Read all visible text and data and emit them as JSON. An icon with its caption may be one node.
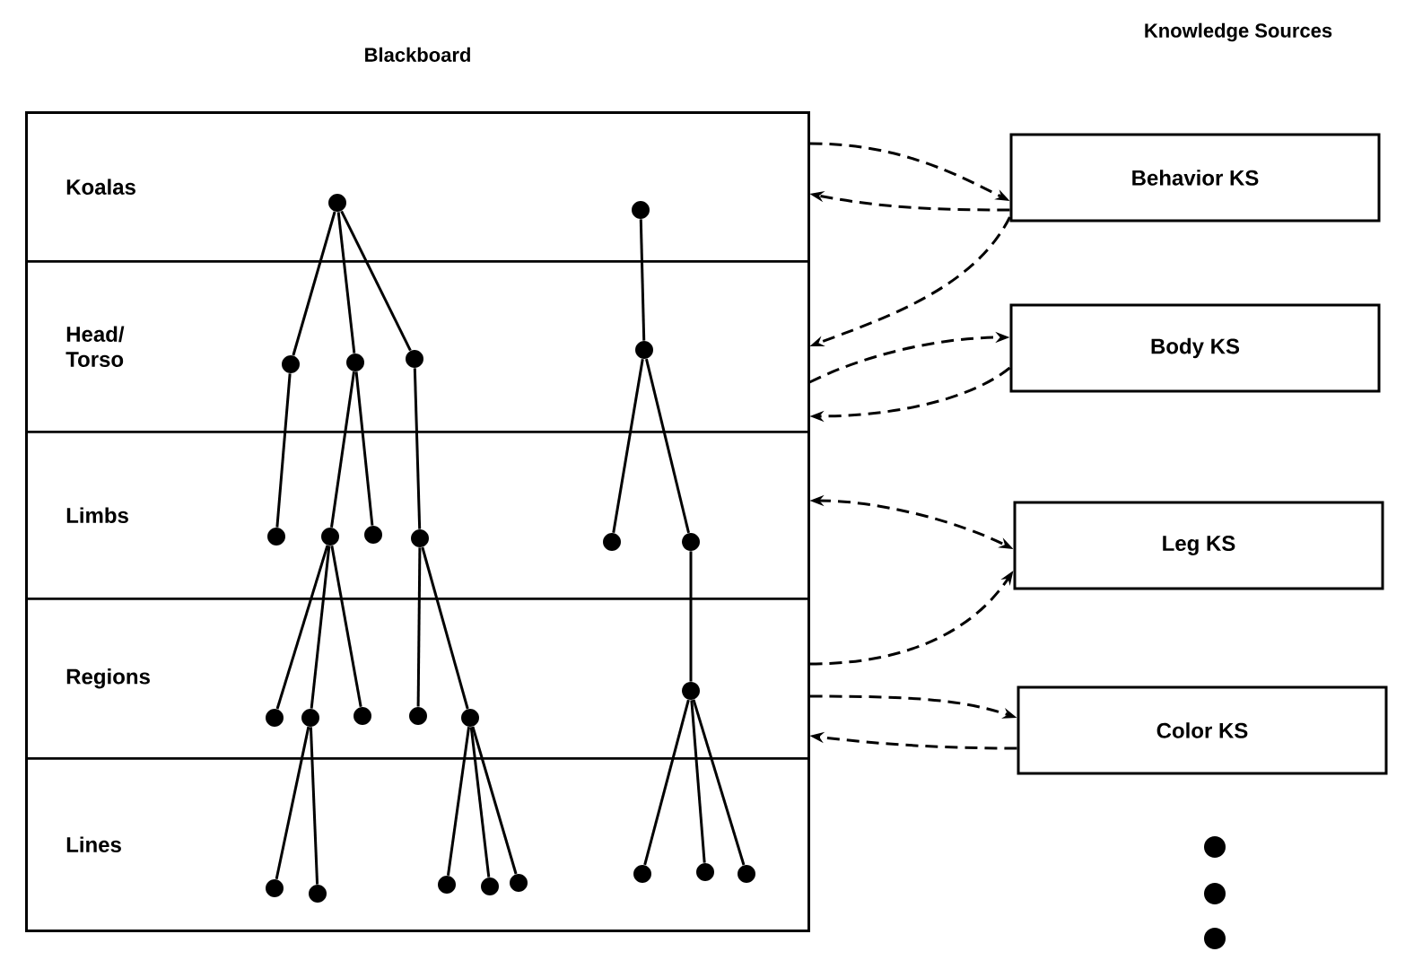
{
  "diagram": {
    "nodes": [
      {
        "text": [
          "Blackboard"
        ]
      },
      {
        "text": [
          "Koalas"
        ],
        "in": 0
      },
      {
        "text": [
          "Head/ Torso"
        ],
        "in": 0
      },
      {
        "text": [
          "Limbs"
        ],
        "in": 0
      },
      {
        "text": [
          "Regions"
        ],
        "in": 0
      },
      {
        "text": [
          "Lines"
        ],
        "in": 0
      },
      {
        "text": [
          "Behavior KS"
        ]
      },
      {
        "text": [
          "Body KS"
        ]
      },
      {
        "text": [
          "Leg KS"
        ]
      },
      {
        "text": [
          "Color KS"
        ]
      },
      {
        "text": [],
        "shape": "circle",
        "in": 1
      },
      {
        "text": [],
        "shape": "circle",
        "in": 1
      },
      {
        "text": [],
        "shape": "circle",
        "in": 2
      },
      {
        "text": [],
        "shape": "circle",
        "in": 2
      },
      {
        "text": [],
        "shape": "circle",
        "in": 2
      },
      {
        "text": [],
        "shape": "circle",
        "in": 2
      },
      {
        "text": [],
        "shape": "circle",
        "in": 3
      },
      {
        "text": [],
        "shape": "circle",
        "in": 3
      },
      {
        "text": [],
        "shape": "circle",
        "in": 3
      },
      {
        "text": [],
        "shape": "circle",
        "in": 3
      },
      {
        "text": [],
        "shape": "circle",
        "in": 3
      },
      {
        "text": [],
        "shape": "circle",
        "in": 3
      },
      {
        "text": [],
        "shape": "circle",
        "in": 4
      },
      {
        "text": [],
        "shape": "circle",
        "in": 4
      },
      {
        "text": [],
        "shape": "circle",
        "in": 4
      },
      {
        "text": [],
        "shape": "circle",
        "in": 4
      },
      {
        "text": [],
        "shape": "circle",
        "in": 4
      },
      {
        "text": [],
        "shape": "circle",
        "in": 4
      },
      {
        "text": [],
        "shape": "circle",
        "in": 5
      },
      {
        "text": [],
        "shape": "circle",
        "in": 5
      },
      {
        "text": [],
        "shape": "circle",
        "in": 5
      },
      {
        "text": [],
        "shape": "circle",
        "in": 5
      },
      {
        "text": [],
        "shape": "circle",
        "in": 5
      },
      {
        "text": [],
        "shape": "circle",
        "in": 5
      },
      {
        "text": [],
        "shape": "circle",
        "in": 5
      },
      {
        "text": [],
        "shape": "circle",
        "in": 5
      }
    ],
    "edges": [
      {
        "from": 1,
        "to": 6,
        "arrow": "to",
        "style": "dashed"
      },
      {
        "from": 6,
        "to": 1,
        "arrow": "to",
        "style": "dashed"
      },
      {
        "from": 6,
        "to": 2,
        "arrow": "to",
        "style": "dashed"
      },
      {
        "from": 2,
        "to": 7,
        "arrow": "to",
        "style": "dashed"
      },
      {
        "from": 7,
        "to": 2,
        "arrow": "to",
        "style": "dashed"
      },
      {
        "from": 3,
        "to": 8,
        "arrow": "both",
        "style": "dashed"
      },
      {
        "from": 4,
        "to": 8,
        "arrow": "to",
        "style": "dashed"
      },
      {
        "from": 4,
        "to": 9,
        "arrow": "to",
        "style": "dashed"
      },
      {
        "from": 9,
        "to": 4,
        "arrow": "to",
        "style": "dashed"
      },
      {
        "from": 10,
        "to": 12,
        "arrow": "none"
      },
      {
        "from": 10,
        "to": 13,
        "arrow": "none"
      },
      {
        "from": 10,
        "to": 14,
        "arrow": "none"
      },
      {
        "from": 11,
        "to": 15,
        "arrow": "none"
      },
      {
        "from": 12,
        "to": 16,
        "arrow": "none"
      },
      {
        "from": 13,
        "to": 17,
        "arrow": "none"
      },
      {
        "from": 13,
        "to": 18,
        "arrow": "none"
      },
      {
        "from": 14,
        "to": 19,
        "arrow": "none"
      },
      {
        "from": 15,
        "to": 20,
        "arrow": "none"
      },
      {
        "from": 15,
        "to": 21,
        "arrow": "none"
      },
      {
        "from": 17,
        "to": 22,
        "arrow": "none"
      },
      {
        "from": 17,
        "to": 23,
        "arrow": "none"
      },
      {
        "from": 17,
        "to": 24,
        "arrow": "none"
      },
      {
        "from": 19,
        "to": 25,
        "arrow": "none"
      },
      {
        "from": 19,
        "to": 26,
        "arrow": "none"
      },
      {
        "from": 21,
        "to": 27,
        "arrow": "none"
      },
      {
        "from": 23,
        "to": 28,
        "arrow": "none"
      },
      {
        "from": 23,
        "to": 29,
        "arrow": "none"
      },
      {
        "from": 26,
        "to": 30,
        "arrow": "none"
      },
      {
        "from": 26,
        "to": 31,
        "arrow": "none"
      },
      {
        "from": 26,
        "to": 32,
        "arrow": "none"
      },
      {
        "from": 27,
        "to": 33,
        "arrow": "none"
      },
      {
        "from": 27,
        "to": 34,
        "arrow": "none"
      },
      {
        "from": 27,
        "to": 35,
        "arrow": "none"
      }
    ],
    "labels": [
      "Knowledge Sources"
    ]
  }
}
